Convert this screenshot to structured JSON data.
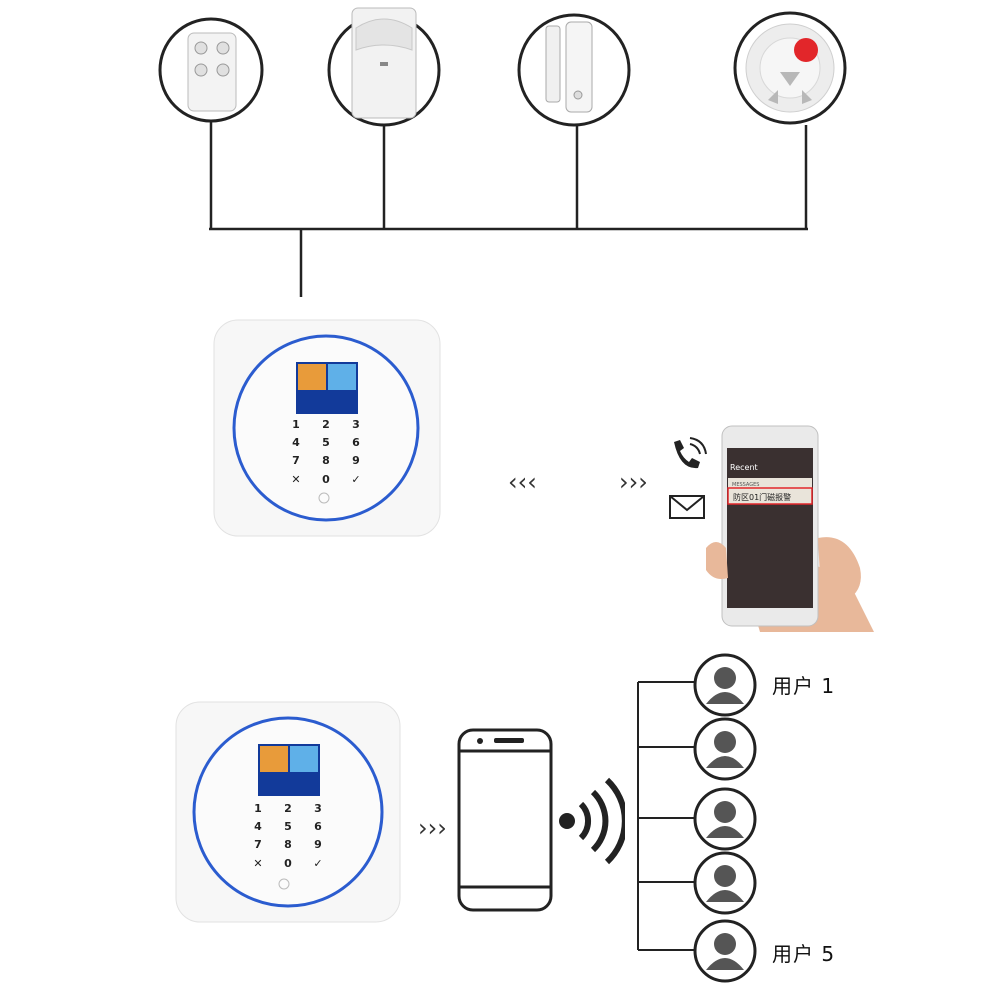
{
  "sensors": [
    {
      "name": "remote-control"
    },
    {
      "name": "pir-motion-sensor"
    },
    {
      "name": "door-window-sensor"
    },
    {
      "name": "smoke-detector"
    }
  ],
  "phone_screen": {
    "recent_label": "Recent",
    "notification_text": "防区01门磁报警",
    "app_label": "MESSAGES"
  },
  "users": [
    {
      "label": "用户 1"
    },
    {
      "label": ""
    },
    {
      "label": ""
    },
    {
      "label": ""
    },
    {
      "label": "用户 5"
    }
  ],
  "keypad": {
    "keys": [
      "1",
      "2",
      "3",
      "4",
      "5",
      "6",
      "7",
      "8",
      "9",
      "✕",
      "0",
      "✓"
    ]
  },
  "arrows": {
    "left": "‹‹‹",
    "right": "›››"
  },
  "colors": {
    "ring_blue": "#2b5ccf",
    "line": "#222222",
    "alert_red": "#e2262a"
  }
}
